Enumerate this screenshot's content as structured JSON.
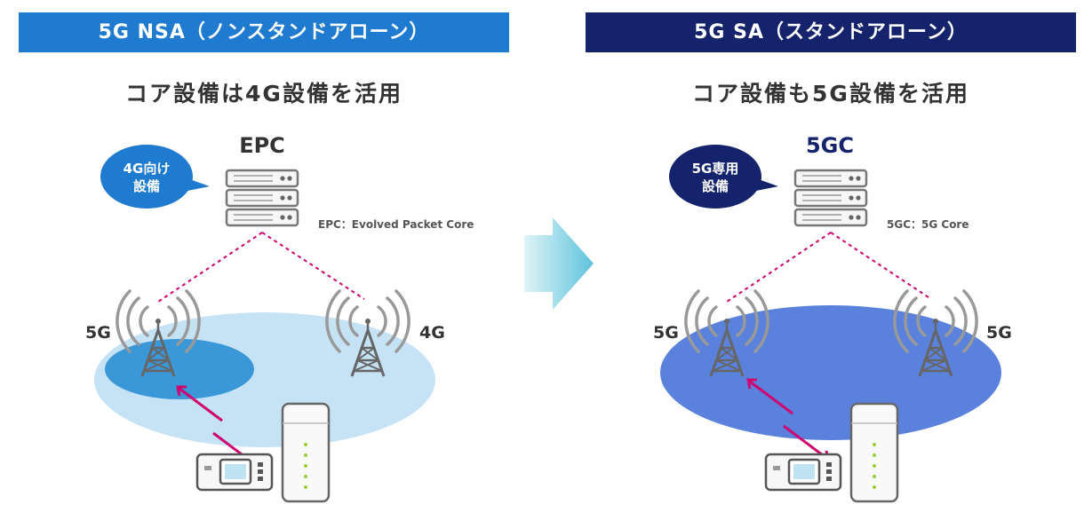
{
  "left": {
    "header": "5G NSA（ノンスタンドアローン）",
    "subtitle": "コア設備は4G設備を活用",
    "core_name": "EPC",
    "core_abbr": "EPC：Evolved Packet Core",
    "bubble_line1": "4G向け",
    "bubble_line2": "設備",
    "tower_left_label": "5G",
    "tower_right_label": "4G",
    "colors": {
      "header": "#1f7bd0",
      "bubble": "#1f7bd0",
      "area_outer": "#c5e3f5",
      "area_inner": "#3a97d8"
    }
  },
  "right": {
    "header": "5G SA（スタンドアローン）",
    "subtitle": "コア設備も5G設備を活用",
    "core_name": "5GC",
    "core_abbr": "5GC：5G Core",
    "bubble_line1": "5G専用",
    "bubble_line2": "設備",
    "tower_left_label": "5G",
    "tower_right_label": "5G",
    "colors": {
      "header": "#14236b",
      "bubble": "#14236b",
      "area": "#5a82dd"
    }
  },
  "icons": [
    "server-rack-icon",
    "antenna-tower-icon",
    "signal-waves-icon",
    "mobile-router-icon",
    "home-router-icon",
    "transition-arrow-icon",
    "bidirectional-arrow-icon"
  ],
  "link_color": "#d0006f"
}
